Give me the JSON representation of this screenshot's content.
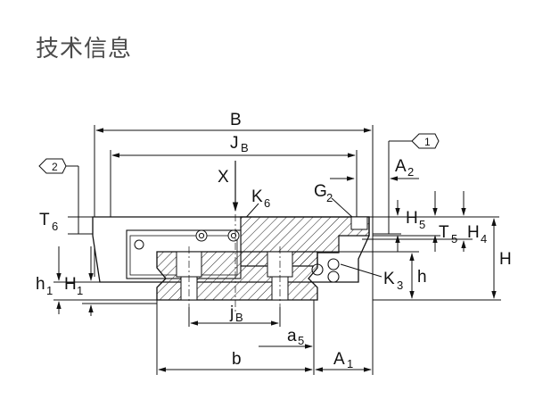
{
  "header": {
    "title": "技术信息"
  },
  "callouts": {
    "one": "1",
    "two": "2"
  },
  "dimensions": {
    "B": "B",
    "J": "J",
    "J_sub": "B",
    "X": "X",
    "K6": "K",
    "K6_sub": "6",
    "G2": "G",
    "G2_sub": "2",
    "A2": "A",
    "A2_sub": "2",
    "T6": "T",
    "T6_sub": "6",
    "H5": "H",
    "H5_sub": "5",
    "T5": "T",
    "T5_sub": "5",
    "H4": "H",
    "H4_sub": "4",
    "H": "H",
    "h1": "h",
    "h1_sub": "1",
    "H1": "H",
    "H1_sub": "1",
    "K3": "K",
    "K3_sub": "3",
    "h": "h",
    "jB": "j",
    "jB_sub": "B",
    "a5": "a",
    "a5_sub": "5",
    "b": "b",
    "A1": "A",
    "A1_sub": "1"
  }
}
